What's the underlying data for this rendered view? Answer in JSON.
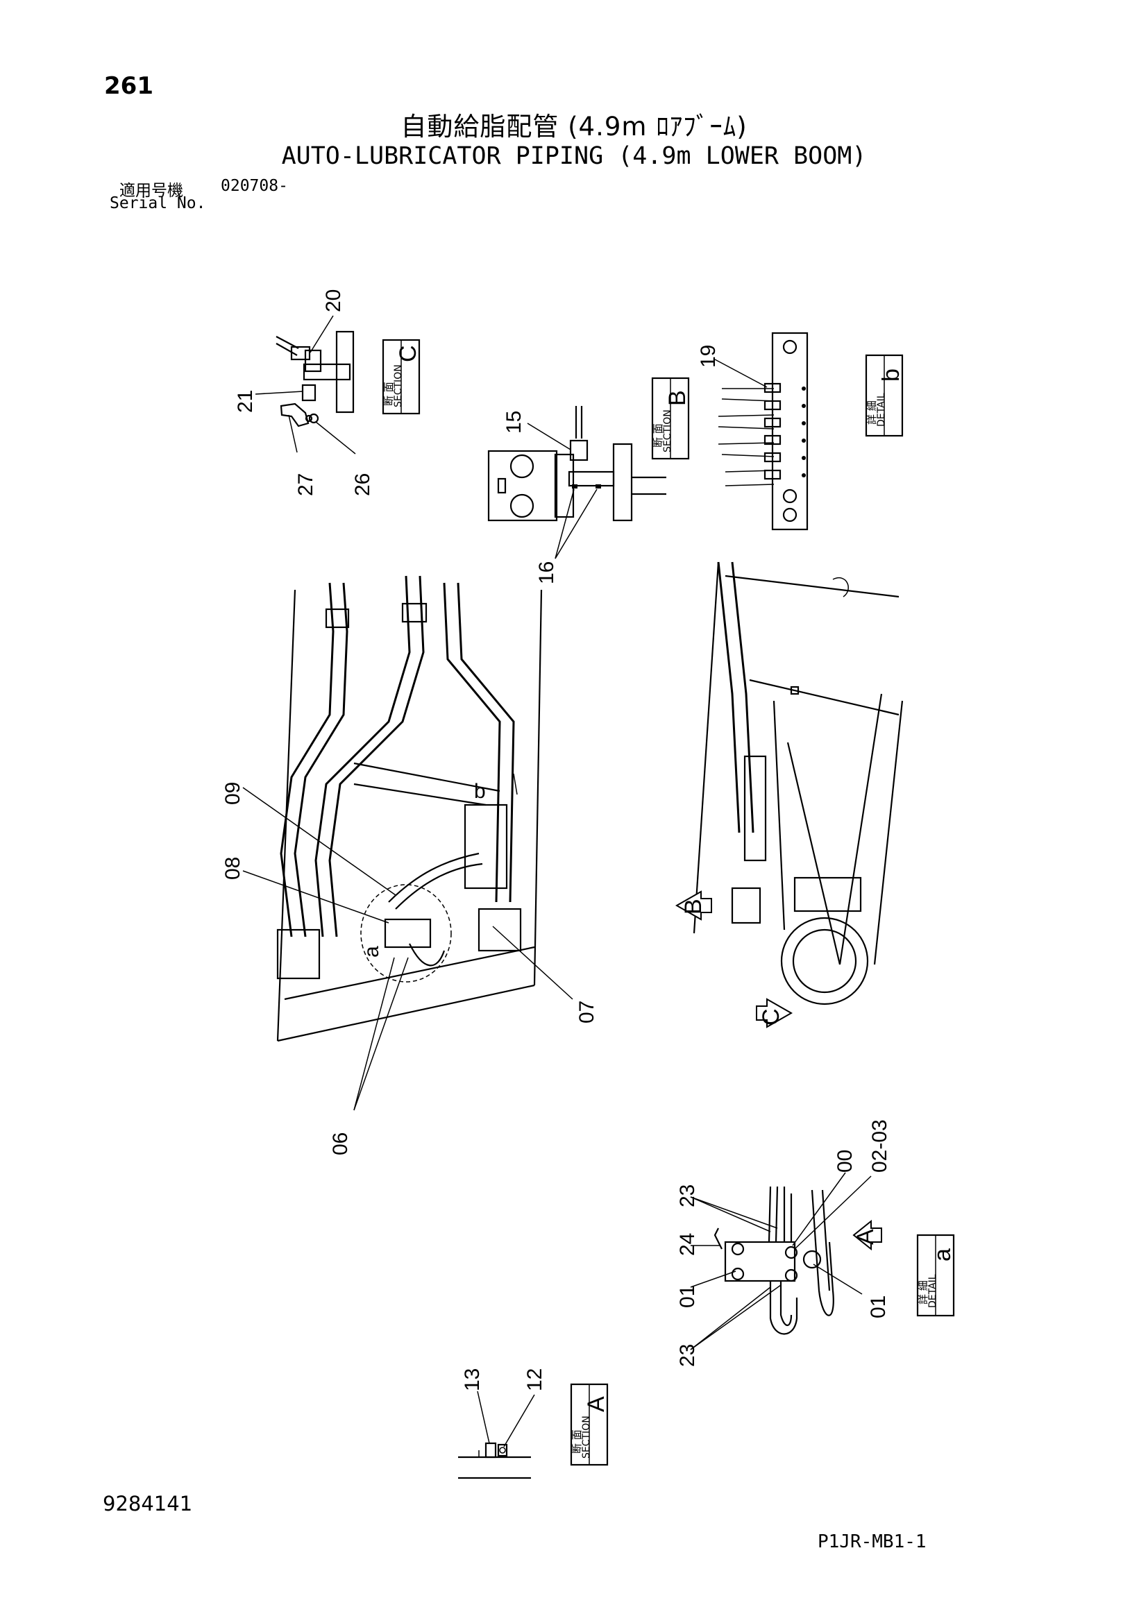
{
  "header": {
    "page_number": "261",
    "title_jp": "自動給脂配管 (4.9m ﾛｱﾌﾞｰﾑ)",
    "title_en": "AUTO-LUBRICATOR PIPING (4.9m LOWER BOOM)",
    "serial_label_jp": "適用号機",
    "serial_value": "020708-",
    "serial_label_en": "Serial No."
  },
  "footer": {
    "document_number": "9284141",
    "page_code": "P1JR-MB1-1"
  },
  "view_tags": {
    "section_c": {
      "jp": "断 面",
      "en": "SECTION",
      "letter": "C"
    },
    "section_b": {
      "jp": "断 面",
      "en": "SECTION",
      "letter": "B"
    },
    "section_a": {
      "jp": "断 面",
      "en": "SECTION",
      "letter": "A"
    },
    "detail_b": {
      "jp": "詳 細",
      "en": "DETAIL",
      "letter": "b"
    },
    "detail_a": {
      "jp": "詳 細",
      "en": "DETAIL",
      "letter": "a"
    }
  },
  "view_arrows": {
    "a": "A",
    "b": "B",
    "c": "C"
  },
  "view_markers": {
    "a": "a",
    "b": "b"
  },
  "callouts": {
    "c20": "20",
    "c21": "21",
    "c26": "26",
    "c27": "27",
    "c15": "15",
    "c16": "16",
    "c19": "19",
    "c09": "09",
    "c08": "08",
    "c07": "07",
    "c06": "06",
    "c00": "00",
    "c02_03": "02-03",
    "c23_top": "23",
    "c24": "24",
    "c01_left": "01",
    "c01_right": "01",
    "c23_bottom": "23",
    "c13": "13",
    "c12": "12"
  }
}
